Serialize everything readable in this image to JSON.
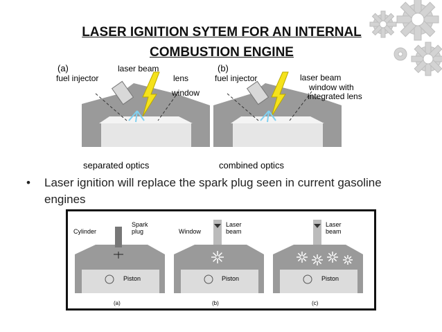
{
  "slide": {
    "title_line1": "LASER IGNITION SYTEM FOR AN INTERNAL",
    "title_line2": "COMBUSTION ENGINE",
    "bullet_symbol": "•",
    "bullet_text": "Laser ignition will replace the spark plug seen in current gasoline engines"
  },
  "figure_top": {
    "panel_a": {
      "tag": "(a)",
      "fuel_injector": "fuel injector",
      "laser_beam": "laser beam",
      "lens": "lens",
      "window": "window",
      "caption": "separated optics"
    },
    "panel_b": {
      "tag": "(b)",
      "fuel_injector": "fuel injector",
      "laser_beam": "laser beam",
      "window_line1": "window with",
      "window_line2": "integrated lens",
      "caption": "combined optics"
    }
  },
  "figure_bottom": {
    "panel_a": {
      "cylinder": "Cylinder",
      "spark": "Spark",
      "plug": "plug",
      "piston": "Piston",
      "caption": "(a)"
    },
    "panel_b": {
      "window": "Window",
      "laser": "Laser",
      "beam": "beam",
      "piston": "Piston",
      "caption": "(b)"
    },
    "panel_c": {
      "laser": "Laser",
      "beam": "beam",
      "piston": "Piston",
      "caption": "(c)"
    }
  },
  "colors": {
    "engine_gray": "#9a9a9a",
    "laser_yellow": "#f5e21b",
    "spray_blue": "#7fd0f0",
    "gear_gray": "#cfcfcf"
  }
}
